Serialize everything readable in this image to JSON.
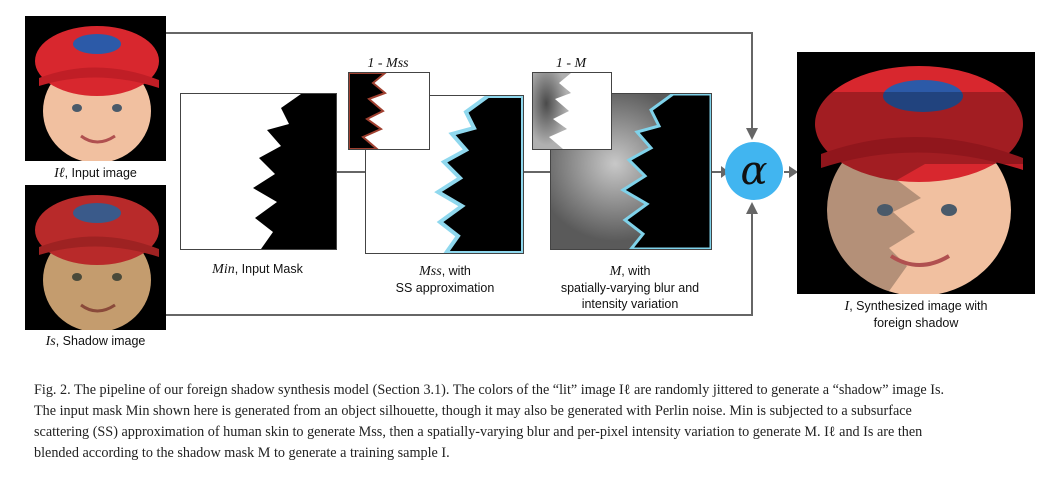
{
  "figure": {
    "labels": {
      "input_image": {
        "symbol": "Iℓ",
        "text": ", Input image"
      },
      "shadow_image": {
        "symbol": "Is",
        "text": ", Shadow image"
      },
      "input_mask": {
        "symbol": "Min",
        "text": ", Input Mask"
      },
      "ss_mask": {
        "symbol": "Mss",
        "text": ", with",
        "line2": "SS approximation"
      },
      "final_mask": {
        "symbol": "M",
        "text": ", with",
        "line2": "spatially-varying blur and",
        "line3": "intensity variation"
      },
      "synth": {
        "symbol": "I",
        "text": ", Synthesized image with",
        "line2": "foreign shadow"
      },
      "inv_ss": "1 - Mss",
      "inv_m": "1 - M",
      "alpha": "α"
    }
  },
  "caption": {
    "line1": "Fig. 2.  The pipeline of our foreign shadow synthesis model (Section 3.1). The colors of the “lit” image Iℓ are randomly jittered to generate a “shadow” image Is.",
    "line2": "The input mask Min shown here is generated from an object silhouette, though it may also be generated with Perlin noise. Min is subjected to a subsurface",
    "line3": "scattering (SS) approximation of human skin to generate Mss, then a spatially-varying blur and per-pixel intensity variation to generate M. Iℓ and Is are then",
    "line4": "blended according to the shadow mask M to generate a training sample I."
  }
}
